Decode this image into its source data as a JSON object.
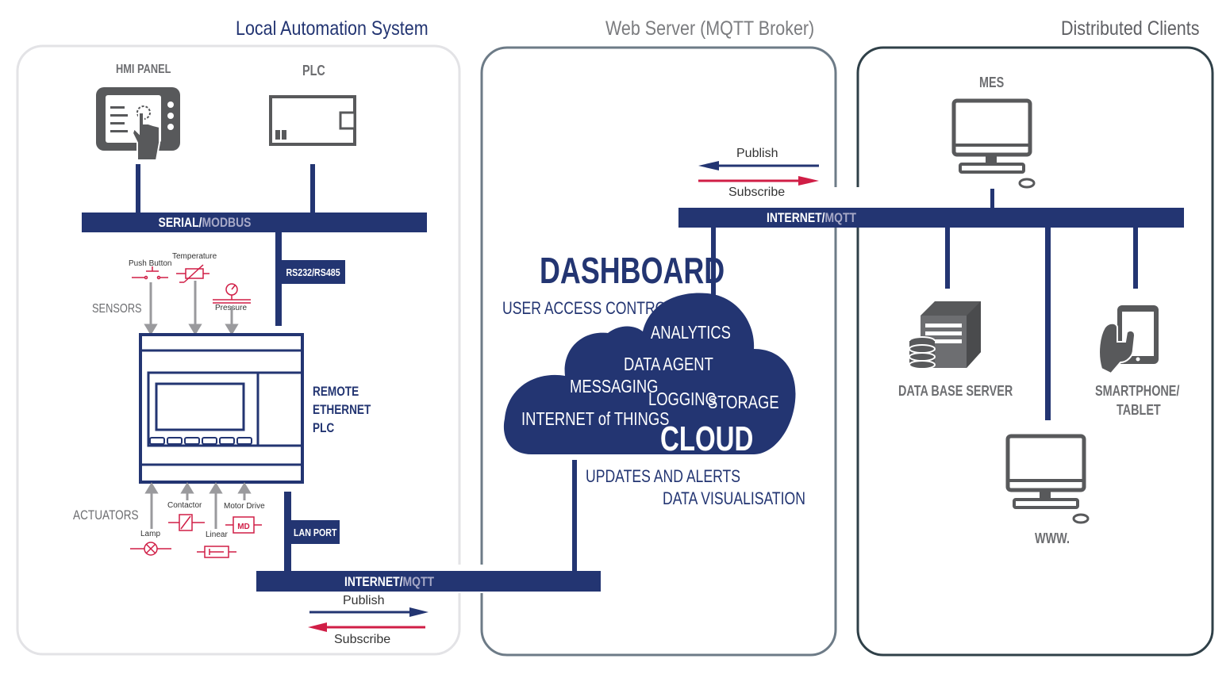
{
  "sections": {
    "local": "Local Automation System",
    "web": "Web Server (MQTT Broker)",
    "clients": "Distributed Clients"
  },
  "local": {
    "hmi": "HMI PANEL",
    "plc": "PLC",
    "serial_bus": {
      "main": "SERIAL/",
      "suffix": "MODBUS"
    },
    "rs_tag": "RS232/RS485",
    "sensors": "SENSORS",
    "push_button": "Push Button",
    "temperature": "Temperature",
    "pressure": "Pressure",
    "remote_plc": [
      "REMOTE",
      "ETHERNET",
      "PLC"
    ],
    "actuators": "ACTUATORS",
    "contactor": "Contactor",
    "motor_drive": "Motor Drive",
    "md_badge": "MD",
    "lamp": "Lamp",
    "linear": "Linear",
    "lan_tag": "LAN PORT",
    "internet_bus": {
      "main": "INTERNET/",
      "suffix": "MQTT"
    },
    "publish": "Publish",
    "subscribe": "Subscribe"
  },
  "web": {
    "dashboard": "DASHBOARD",
    "user_access": "USER ACCESS CONTROL",
    "analytics": "ANALYTICS",
    "data_agent": "DATA AGENT",
    "messaging": "MESSAGING",
    "logging": "LOGGING",
    "storage": "STORAGE",
    "iot": "INTERNET of THINGS",
    "cloud": "CLOUD",
    "updates": "UPDATES AND ALERTS",
    "visualisation": "DATA VISUALISATION",
    "publish": "Publish",
    "subscribe": "Subscribe"
  },
  "clients": {
    "internet_bus": {
      "main": "INTERNET/",
      "suffix": "MQTT"
    },
    "mes": "MES",
    "db_server": "DATA BASE SERVER",
    "smartphone": [
      "SMARTPHONE/",
      "TABLET"
    ],
    "www": "WWW."
  },
  "colors": {
    "navy": "#233572",
    "red": "#d01e46",
    "grey": "#7b7c7f",
    "icon": "#58595b",
    "bus_suffix": "#a7a9c7"
  },
  "icons": [
    "hmi-panel-icon",
    "plc-icon",
    "remote-plc-icon",
    "cloud-icon",
    "monitor-icon",
    "database-server-icon",
    "smartphone-icon"
  ]
}
